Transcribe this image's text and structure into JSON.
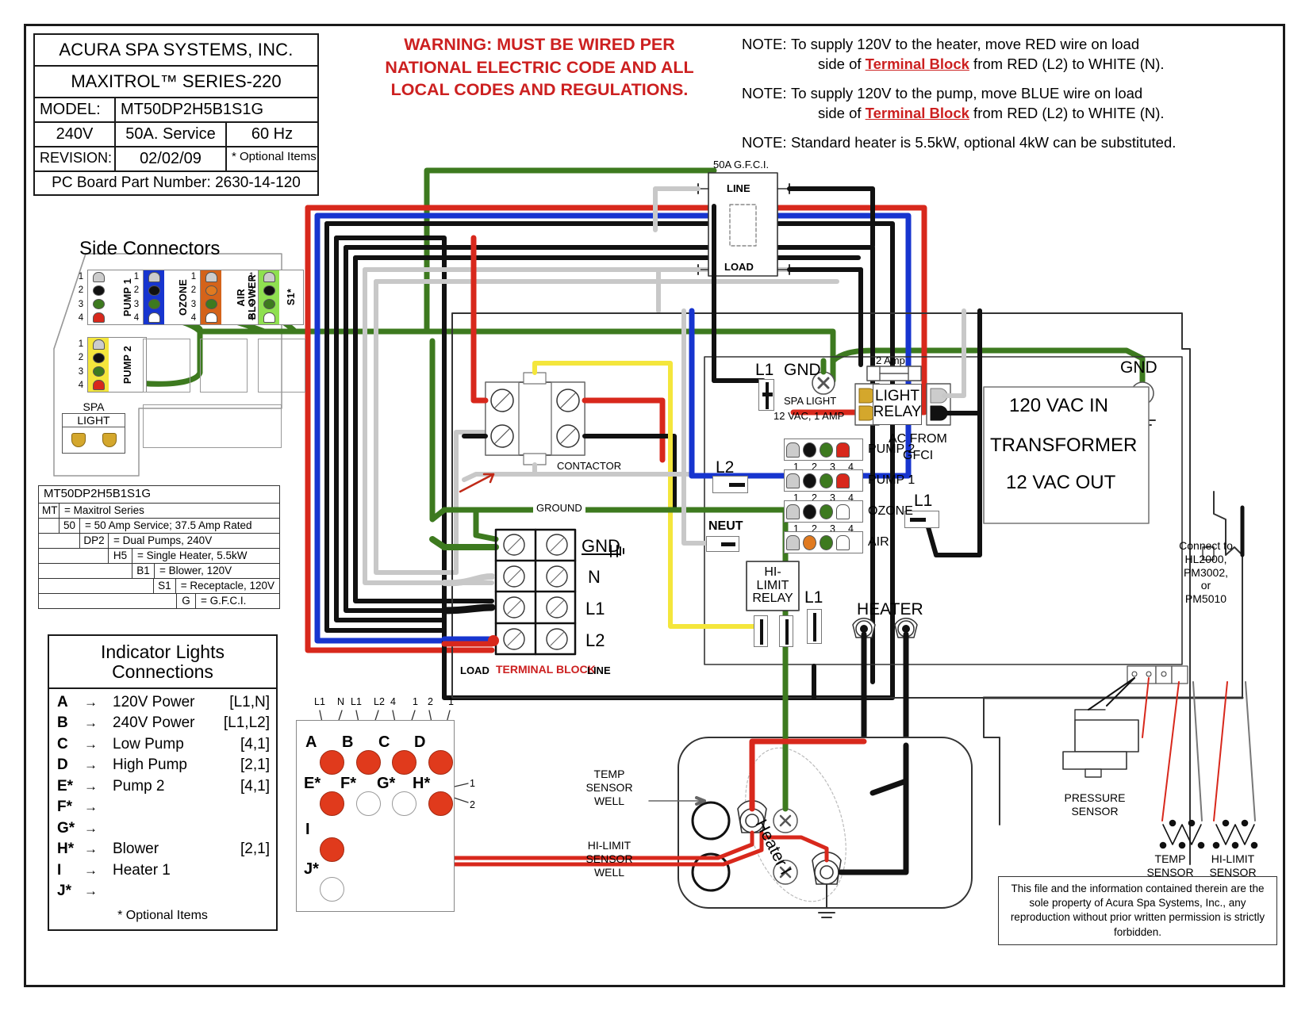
{
  "title_block": {
    "company": "ACURA SPA SYSTEMS, INC.",
    "product": "MAXITROL™ SERIES-220",
    "model_label": "MODEL:",
    "model_value": "MT50DP2H5B1S1G",
    "voltage": "240V",
    "service": "50A. Service",
    "frequency": "60 Hz",
    "revision_label": "REVISION:",
    "revision_value": "02/02/09",
    "optional_note": "* Optional Items",
    "pc_board": "PC Board Part Number: 2630-14-120"
  },
  "warning": {
    "line1": "WARNING:  MUST BE WIRED PER",
    "line2": "NATIONAL ELECTRIC CODE AND ALL",
    "line3": "LOCAL CODES AND REGULATIONS.",
    "color": "#cc2020"
  },
  "notes": [
    {
      "label": "NOTE:",
      "part1": "To supply 120V to the heater, move RED wire on load",
      "part2_pre": "side of ",
      "emph": "Terminal Block",
      "part2_post": " from RED (L2) to WHITE (N)."
    },
    {
      "label": "NOTE:",
      "part1": "To supply 120V to the pump, move BLUE wire on load",
      "part2_pre": "side of ",
      "emph": "Terminal Block",
      "part2_post": " from RED (L2) to WHITE (N)."
    },
    {
      "label": "NOTE:",
      "part1": "Standard heater is 5.5kW, optional 4kW can be substituted.",
      "part2_pre": "",
      "emph": "",
      "part2_post": ""
    }
  ],
  "side_connectors": {
    "title": "Side Connectors",
    "pin_numbers": [
      "1",
      "2",
      "3",
      "4"
    ],
    "items": [
      {
        "name": "PUMP 1",
        "body": "#ffffff",
        "pins": [
          "#cccccc",
          "#111111",
          "#3d7a1f",
          "#d8281c"
        ]
      },
      {
        "name": "OZONE",
        "body": "#1735cf",
        "pins": [
          "#cccccc",
          "#111111",
          "#3d7a1f",
          "#ffffff"
        ]
      },
      {
        "name": "AIR",
        "body": "#d4631a",
        "pins": [
          "#cccccc",
          "#e07a20",
          "#3d7a1f",
          "#ffffff"
        ]
      },
      {
        "name": "BLOWER",
        "body": "#ffffff",
        "pins": []
      },
      {
        "name": "S1*",
        "body": "#8fe050",
        "pins": [
          "#cccccc",
          "#111111",
          "#3d7a1f",
          "#ffffff"
        ]
      },
      {
        "name": "PUMP 2",
        "body": "#f4e63c",
        "pins": [
          "#cccccc",
          "#111111",
          "#3d7a1f",
          "#d8281c"
        ]
      }
    ],
    "spa_light": {
      "line1": "SPA",
      "line2": "LIGHT"
    }
  },
  "model_legend": {
    "header": "MT50DP2H5B1S1G",
    "rows": [
      {
        "code": "MT",
        "desc": "=  Maxitrol Series",
        "indent": 0
      },
      {
        "code": "50",
        "desc": "=  50 Amp Service; 37.5 Amp Rated",
        "indent": 1
      },
      {
        "code": "DP2",
        "desc": "=  Dual Pumps, 240V",
        "indent": 2
      },
      {
        "code": "H5",
        "desc": "=  Single Heater, 5.5kW",
        "indent": 3
      },
      {
        "code": "B1",
        "desc": "=  Blower, 120V",
        "indent": 4
      },
      {
        "code": "S1",
        "desc": "=  Receptacle, 120V",
        "indent": 5
      },
      {
        "code": "G",
        "desc": "=  G.F.C.I.",
        "indent": 6
      }
    ]
  },
  "indicator_lights": {
    "title_line1": "Indicator Lights",
    "title_line2": "Connections",
    "arrow": "→",
    "rows": [
      {
        "key": "A",
        "name": "120V Power",
        "bracket": "[L1,N]"
      },
      {
        "key": "B",
        "name": "240V Power",
        "bracket": "[L1,L2]"
      },
      {
        "key": "C",
        "name": "Low Pump",
        "bracket": "[4,1]"
      },
      {
        "key": "D",
        "name": "High Pump",
        "bracket": "[2,1]"
      },
      {
        "key": "E*",
        "name": "Pump 2",
        "bracket": "[4,1]"
      },
      {
        "key": "F*",
        "name": "",
        "bracket": ""
      },
      {
        "key": "G*",
        "name": "",
        "bracket": ""
      },
      {
        "key": "H*",
        "name": "Blower",
        "bracket": "[2,1]"
      },
      {
        "key": "I",
        "name": "Heater 1",
        "bracket": ""
      },
      {
        "key": "J*",
        "name": "",
        "bracket": ""
      }
    ],
    "footer": "* Optional Items"
  },
  "led_panel": {
    "pin_labels": [
      "L1",
      "N",
      "L1",
      "L2",
      "4",
      "1",
      "2",
      "1"
    ],
    "side_labels": [
      "1",
      "2"
    ],
    "leds": [
      {
        "label": "A",
        "state": "on"
      },
      {
        "label": "B",
        "state": "on"
      },
      {
        "label": "C",
        "state": "on"
      },
      {
        "label": "D",
        "state": "on"
      },
      {
        "label": "E*",
        "state": "on"
      },
      {
        "label": "F*",
        "state": "off"
      },
      {
        "label": "G*",
        "state": "off"
      },
      {
        "label": "H*",
        "state": "on"
      },
      {
        "label": "I",
        "state": "on"
      },
      {
        "label": "J*",
        "state": "off"
      }
    ]
  },
  "gfci": {
    "title": "50A G.F.C.I.",
    "line": "LINE",
    "load": "LOAD"
  },
  "contactor": {
    "label": "CONTACTOR"
  },
  "terminal_block": {
    "ground_wire_label": "GROUND",
    "terminals": [
      "GND",
      "N",
      "L1",
      "L2"
    ],
    "load_label": "LOAD",
    "name_label": "TERMINAL BLOCK",
    "line_label": "LINE"
  },
  "pcb": {
    "l1_top": "L1",
    "gnd_left": "GND",
    "spa_light_line1": "SPA LIGHT",
    "spa_light_line2": "12 VAC, 1 AMP",
    "fuse": "2 Amp",
    "light_relay_line1": "LIGHT",
    "light_relay_line2": "RELAY",
    "ac_from_line1": "AC FROM",
    "ac_from_line2": "GFCI",
    "l2": "L2",
    "neut": "NEUT",
    "hi_limit_line1": "HI-",
    "hi_limit_line2": "LIMIT",
    "hi_limit_line3": "RELAY",
    "l1_heater": "L1",
    "heater": "HEATER",
    "l1_right": "L1",
    "gnd_right": "GND",
    "headers": [
      {
        "name": "PUMP 2",
        "nums": [
          "1",
          "2",
          "3",
          "4"
        ],
        "pins": [
          "#cccccc",
          "#111111",
          "#3d7a1f",
          "#d8281c"
        ]
      },
      {
        "name": "PUMP 1",
        "nums": [
          "1",
          "2",
          "3",
          "4"
        ],
        "pins": [
          "#cccccc",
          "#111111",
          "#3d7a1f",
          "#d8281c"
        ]
      },
      {
        "name": "OZONE",
        "nums": [
          "1",
          "2",
          "3",
          "4"
        ],
        "pins": [
          "#cccccc",
          "#111111",
          "#3d7a1f",
          "#ffffff"
        ]
      },
      {
        "name": "AIR",
        "nums": [
          "1",
          "2",
          "3",
          "4"
        ],
        "pins": [
          "#cccccc",
          "#e07a20",
          "#3d7a1f",
          "#ffffff"
        ]
      }
    ]
  },
  "transformer": {
    "line1": "120 VAC IN",
    "line2": "TRANSFORMER",
    "line3": "12 VAC OUT"
  },
  "connect_to": {
    "line1": "Connect to",
    "line2": "HL2000,",
    "line3": "PM3002,",
    "line4": "or",
    "line5": "PM5010"
  },
  "heater_assembly": {
    "temp_sensor_well": [
      "TEMP",
      "SENSOR",
      "WELL"
    ],
    "hi_limit_sensor_well": [
      "HI-LIMIT",
      "SENSOR",
      "WELL"
    ],
    "heater_label": "Heater I"
  },
  "sensors": {
    "pressure": [
      "PRESSURE",
      "SENSOR"
    ],
    "temp": [
      "TEMP",
      "SENSOR"
    ],
    "hi_limit": [
      "HI-LIMIT",
      "SENSOR"
    ]
  },
  "copyright": "This file and the information contained therein are the sole property of Acura Spa Systems, Inc., any reproduction without prior written permission is strictly forbidden.",
  "colors": {
    "red": "#d8281c",
    "blue": "#1735cf",
    "black": "#111111",
    "green": "#3d7a1f",
    "gray": "#c8c8c8",
    "yellow": "#f4e63c",
    "amber": "#d4a72c",
    "warning_red": "#cc2020"
  }
}
